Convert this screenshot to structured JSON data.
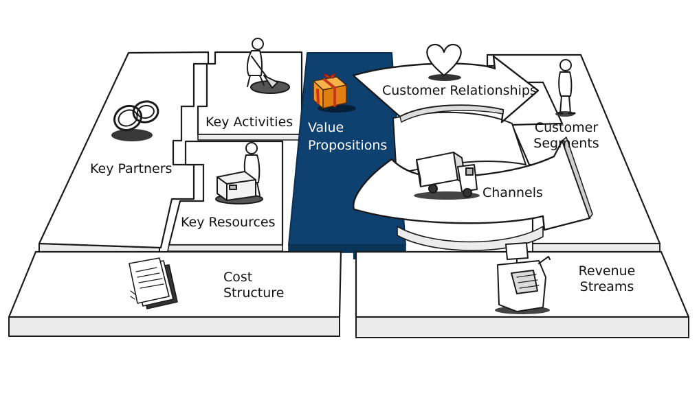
{
  "canvas": {
    "key_partners": "Key Partners",
    "key_activities": "Key Activities",
    "key_resources": "Key Resources",
    "value_propositions": {
      "line1": "Value",
      "line2": "Propositions"
    },
    "customer_relationships": "Customer Relationships",
    "channels": "Channels",
    "customer_segments": {
      "line1": "Customer",
      "line2": "Segments"
    },
    "cost_structure": {
      "line1": "Cost",
      "line2": "Structure"
    },
    "revenue_streams": {
      "line1": "Revenue",
      "line2": "Streams"
    }
  },
  "icons": {
    "key_partners": "rings-icon",
    "key_activities": "digging-person-icon",
    "key_resources": "person-with-machine-icon",
    "value_propositions": "gift-box-icon",
    "customer_relationships": "heart-icon",
    "channels": "truck-icon",
    "customer_segments": "person-standing-icon",
    "cost_structure": "documents-icon",
    "revenue_streams": "cash-register-icon"
  },
  "colors": {
    "value_propositions_fill": "#0f4170",
    "gift_orange": "#f0951e",
    "gift_ribbon": "#c8361c",
    "outline": "#1a1a1a",
    "panel_fill": "#ffffff",
    "panel_side": "#ececec"
  }
}
